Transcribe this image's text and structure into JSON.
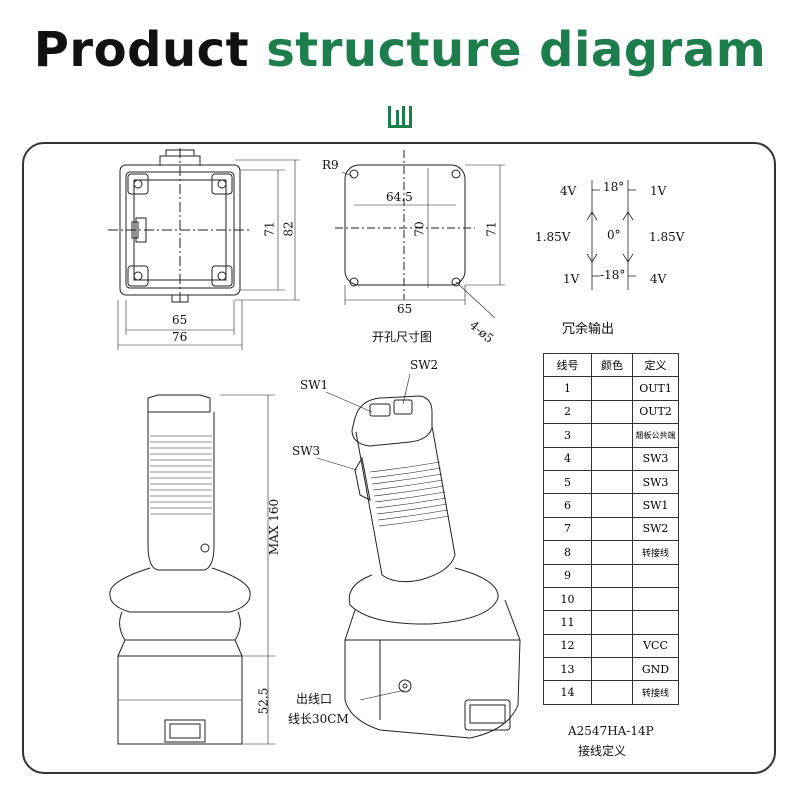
{
  "header": {
    "title_part1": "Product",
    "title_part2": "structure diagram",
    "accent_color": "#1e7d4c"
  },
  "front_view": {
    "dim_width_inner": "65",
    "dim_width_outer": "76",
    "dim_height_inner": "71",
    "dim_height_outer": "82"
  },
  "cutout": {
    "radius": "R9",
    "dim_hole_spacing_top": "64.5",
    "dim_height_inner": "70",
    "dim_height_outer": "71",
    "dim_hole_spacing_bottom": "65",
    "holes": "4-ø5",
    "caption": "开孔尺寸图"
  },
  "redundant_output": {
    "top_left": "4V",
    "top_angle": "18°",
    "top_right": "1V",
    "mid_left": "1.85V",
    "mid_angle": "0°",
    "mid_right": "1.85V",
    "bot_left": "1V",
    "bot_angle": "-18°",
    "bot_right": "4V",
    "caption": "冗余输出"
  },
  "side_view": {
    "dim_max_height": "MAX 160",
    "dim_base": "52.5"
  },
  "iso_view": {
    "sw1": "SW1",
    "sw2": "SW2",
    "sw3": "SW3",
    "cable_exit": "出线口",
    "cable_length": "线长30CM"
  },
  "wiring_table": {
    "headers": [
      "线号",
      "颜色",
      "定义"
    ],
    "rows": [
      {
        "no": "1",
        "color": "",
        "def": "OUT1"
      },
      {
        "no": "2",
        "color": "",
        "def": "OUT2"
      },
      {
        "no": "3",
        "color": "",
        "def": "翘板公共端"
      },
      {
        "no": "4",
        "color": "",
        "def": "SW3"
      },
      {
        "no": "5",
        "color": "",
        "def": "SW3"
      },
      {
        "no": "6",
        "color": "",
        "def": "SW1"
      },
      {
        "no": "7",
        "color": "",
        "def": "SW2"
      },
      {
        "no": "8",
        "color": "",
        "def": "转接线"
      },
      {
        "no": "9",
        "color": "",
        "def": ""
      },
      {
        "no": "10",
        "color": "",
        "def": ""
      },
      {
        "no": "11",
        "color": "",
        "def": ""
      },
      {
        "no": "12",
        "color": "",
        "def": "VCC"
      },
      {
        "no": "13",
        "color": "",
        "def": "GND"
      },
      {
        "no": "14",
        "color": "",
        "def": "转接线"
      }
    ],
    "model": "A2547HA-14P",
    "caption": "接线定义"
  }
}
